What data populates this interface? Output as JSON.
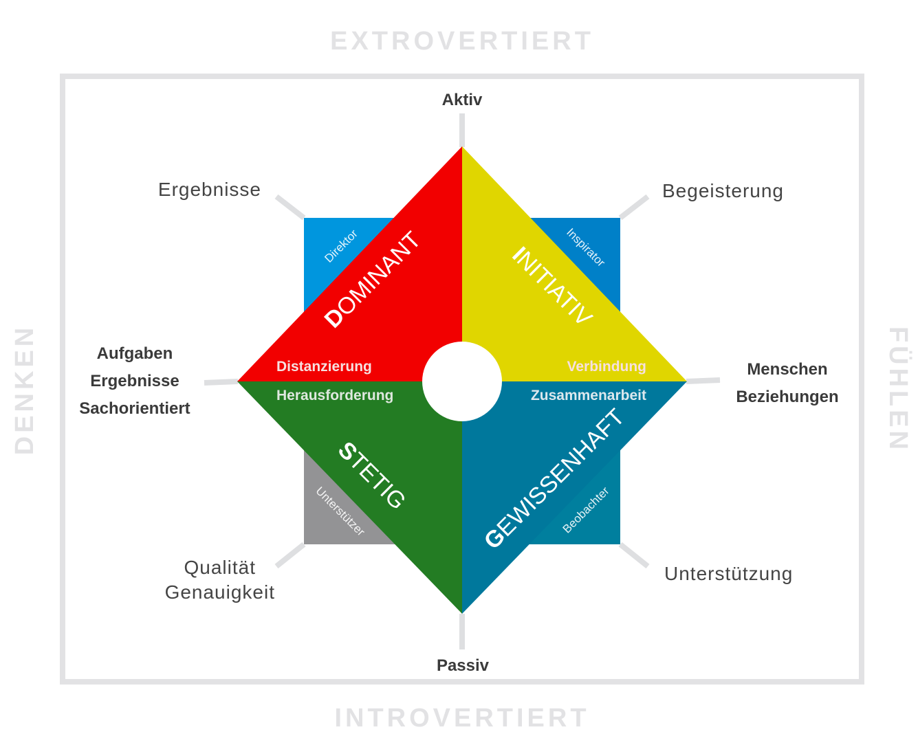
{
  "axes": {
    "top": "EXTROVERTIERT",
    "bottom": "INTROVERTIERT",
    "left": "DENKEN",
    "right": "FÜHLEN"
  },
  "poles": {
    "top": "Aktiv",
    "bottom": "Passiv",
    "left": [
      "Aufgaben",
      "Ergebnisse",
      "Sachorientiert"
    ],
    "right": [
      "Menschen",
      "Beziehungen"
    ]
  },
  "corners": {
    "top_left": "Ergebnisse",
    "top_right": "Begeisterung",
    "bottom_left": [
      "Qualität",
      "Genauigkeit"
    ],
    "bottom_right": "Unterstützung"
  },
  "quadrants": [
    {
      "initial": "D",
      "rest": "OMINANT",
      "role": "Direktor",
      "trait": "Distanzierung",
      "color": "#f20000",
      "role_color": "#0096de"
    },
    {
      "initial": "I",
      "rest": "NITIATIV",
      "role": "Inspirator",
      "trait": "Verbindung",
      "color": "#e0d600",
      "role_color": "#0080c8"
    },
    {
      "initial": "S",
      "rest": "TETIG",
      "role": "Unterstützer",
      "trait": "Herausforderung",
      "color": "#237c23",
      "role_color": "#939395"
    },
    {
      "initial": "G",
      "rest": "EWISSENHAFT",
      "role": "Beobachter",
      "trait": "Zusammenarbeit",
      "color": "#00789c",
      "role_color": "#007f9e"
    }
  ]
}
